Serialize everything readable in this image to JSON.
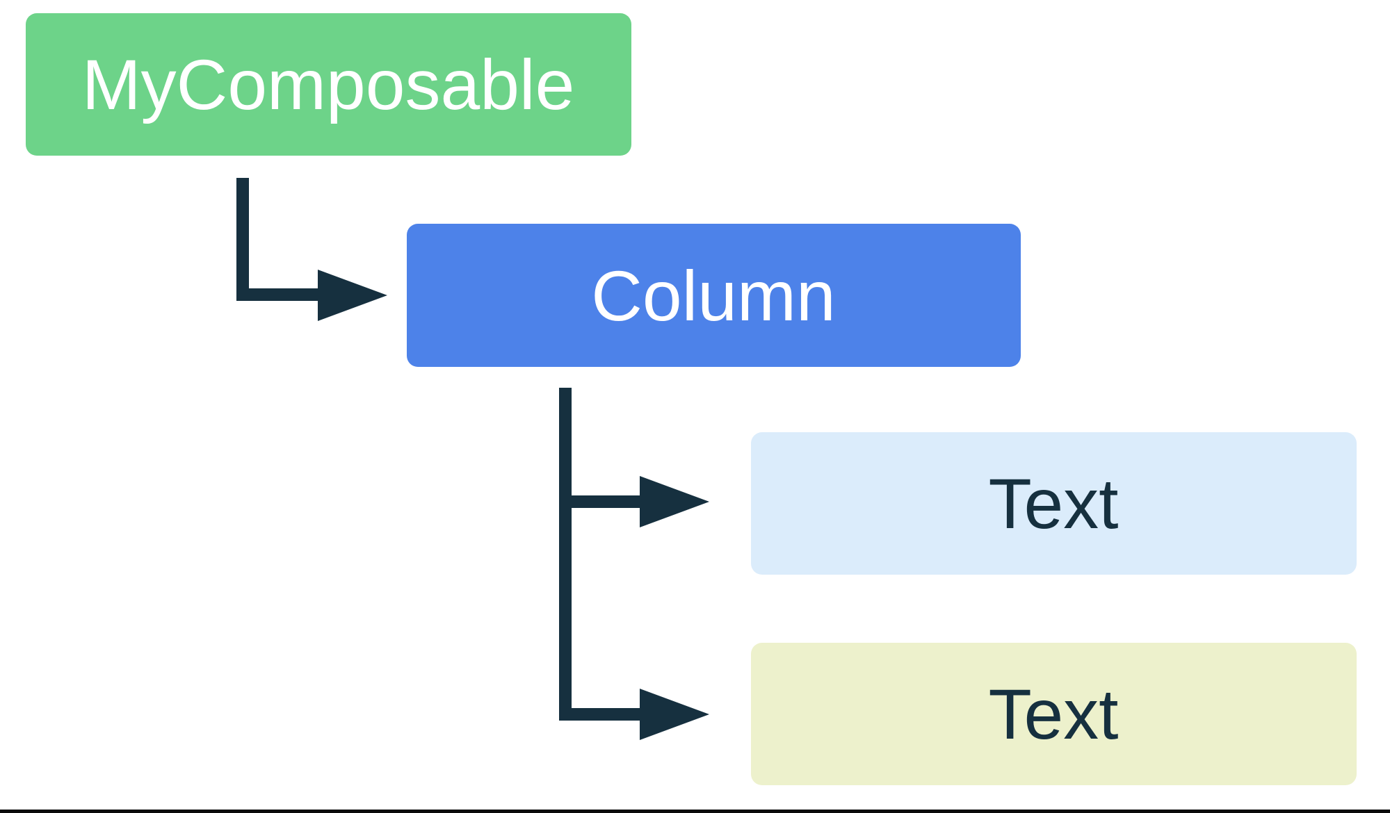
{
  "diagram": {
    "nodes": [
      {
        "id": "mycomposable",
        "label": "MyComposable",
        "bg": "#6DD389",
        "text_color": "#FFFFFF"
      },
      {
        "id": "column",
        "label": "Column",
        "bg": "#4D82E9",
        "text_color": "#FFFFFF"
      },
      {
        "id": "text-1",
        "label": "Text",
        "bg": "#DBECFB",
        "text_color": "#16303F"
      },
      {
        "id": "text-2",
        "label": "Text",
        "bg": "#EDF1CC",
        "text_color": "#16303F"
      }
    ],
    "edges": [
      {
        "from": "mycomposable",
        "to": "column"
      },
      {
        "from": "column",
        "to": "text-1"
      },
      {
        "from": "column",
        "to": "text-2"
      }
    ],
    "connector_color": "#16303F",
    "bottom_rule_color": "#0B0B0B",
    "background_color": "#FFFFFF"
  }
}
